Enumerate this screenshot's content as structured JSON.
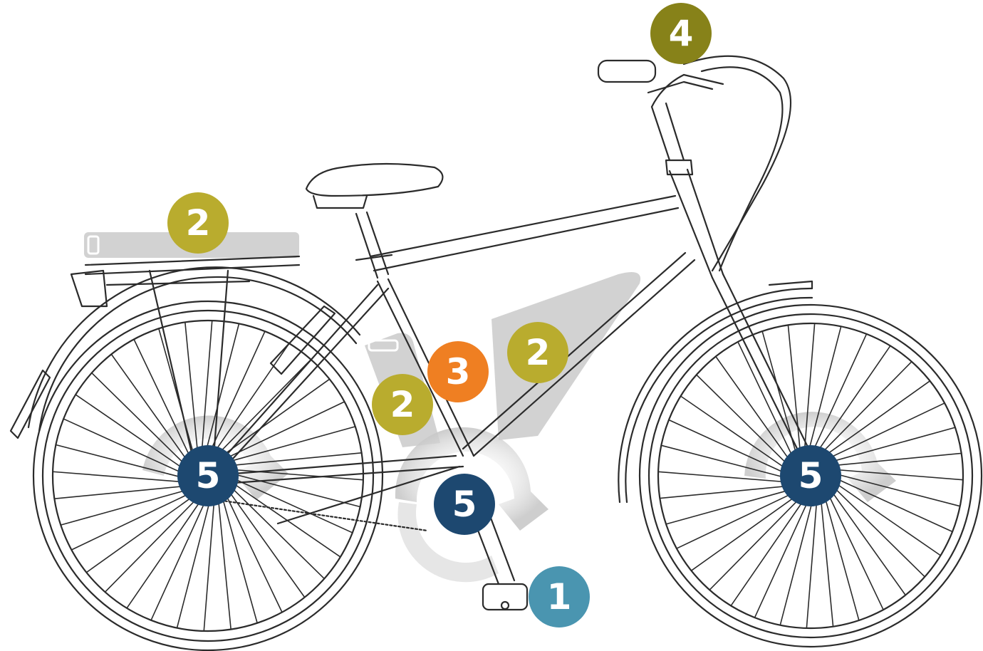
{
  "colors": {
    "line": "#2b2b2b",
    "component_fill": "#d2d2d2",
    "arrow_fill": "#c8c8c8",
    "sensor": "#4a95b0",
    "battery": "#b9ac2e",
    "controller": "#ef7f22",
    "display": "#878219",
    "motor": "#1d4870"
  },
  "markers": [
    {
      "id": "pedal-sensor",
      "label": "1",
      "color": "sensor"
    },
    {
      "id": "battery-rack",
      "label": "2",
      "color": "battery"
    },
    {
      "id": "battery-downtube",
      "label": "2",
      "color": "battery"
    },
    {
      "id": "battery-frame",
      "label": "2",
      "color": "battery"
    },
    {
      "id": "controller",
      "label": "3",
      "color": "controller"
    },
    {
      "id": "display-handlebar",
      "label": "4",
      "color": "display"
    },
    {
      "id": "motor-rear-hub",
      "label": "5",
      "color": "motor"
    },
    {
      "id": "motor-mid-drive",
      "label": "5",
      "color": "motor"
    },
    {
      "id": "motor-front-hub",
      "label": "5",
      "color": "motor"
    }
  ]
}
